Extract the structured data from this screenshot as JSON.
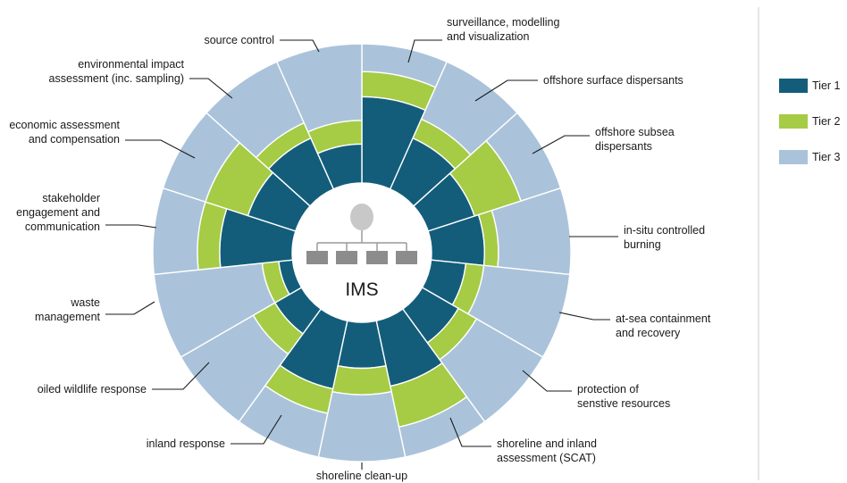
{
  "center": {
    "label": "IMS"
  },
  "legend": [
    {
      "label": "Tier 1",
      "color": "#135d7b"
    },
    {
      "label": "Tier 2",
      "color": "#a6cb45"
    },
    {
      "label": "Tier 3",
      "color": "#aac3da"
    }
  ],
  "sectors": [
    {
      "label": [
        "surveillance, modelling",
        "and visualization"
      ],
      "t1": 0.62,
      "t2": 0.8
    },
    {
      "label": [
        "offshore surface dispersants"
      ],
      "t1": 0.4,
      "t2": 0.55
    },
    {
      "label": [
        "offshore subsea",
        "dispersants"
      ],
      "t1": 0.35,
      "t2": 0.7
    },
    {
      "label": [
        "in-situ controlled",
        "burning"
      ],
      "t1": 0.38,
      "t2": 0.48
    },
    {
      "label": [
        "at-sea containment",
        "and recovery"
      ],
      "t1": 0.25,
      "t2": 0.38
    },
    {
      "label": [
        "protection of",
        "senstive resources"
      ],
      "t1": 0.3,
      "t2": 0.45
    },
    {
      "label": [
        "shoreline and inland",
        "assessment (SCAT)"
      ],
      "t1": 0.48,
      "t2": 0.78
    },
    {
      "label": [
        "shoreline clean-up"
      ],
      "t1": 0.33,
      "t2": 0.52
    },
    {
      "label": [
        "inland response"
      ],
      "t1": 0.5,
      "t2": 0.68
    },
    {
      "label": [
        "oiled wildlife response"
      ],
      "t1": 0.22,
      "t2": 0.4
    },
    {
      "label": [
        "waste",
        "management"
      ],
      "t1": 0.1,
      "t2": 0.22
    },
    {
      "label": [
        "stakeholder",
        "engagement and",
        "communication"
      ],
      "t1": 0.52,
      "t2": 0.68
    },
    {
      "label": [
        "economic assessment",
        "and compensation"
      ],
      "t1": 0.36,
      "t2": 0.68
    },
    {
      "label": [
        "environmental impact",
        "assessment (inc. sampling)"
      ],
      "t1": 0.4,
      "t2": 0.52
    },
    {
      "label": [
        "source control"
      ],
      "t1": 0.28,
      "t2": 0.45
    }
  ]
}
